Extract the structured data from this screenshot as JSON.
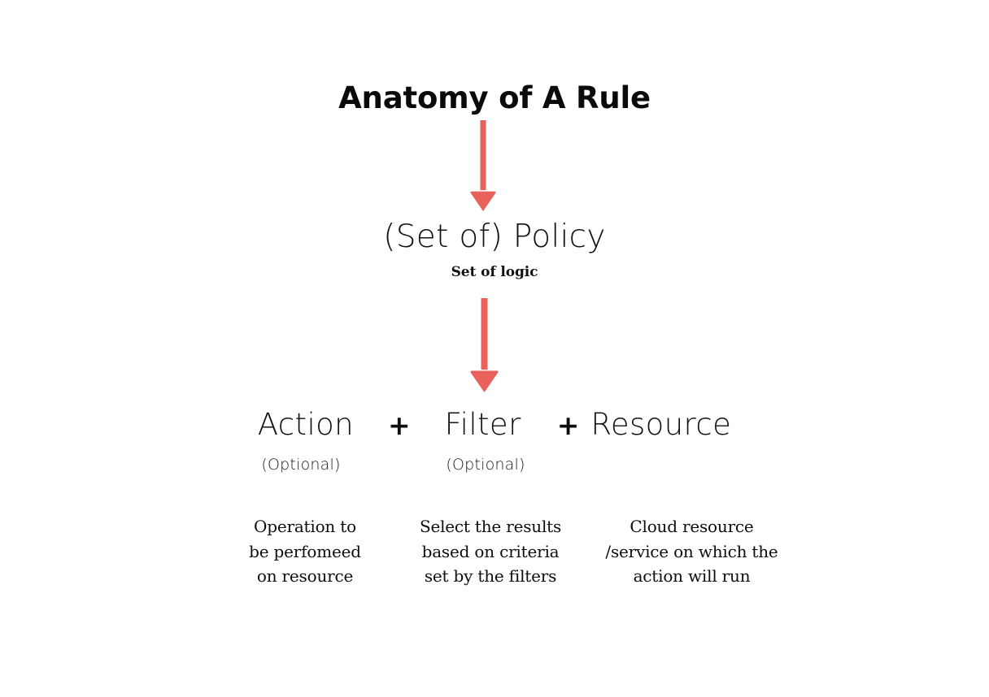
{
  "title": "Anatomy of A Rule",
  "accent_color": "#E8615A",
  "text_color": "#111111",
  "background_color": "#FFFFFF",
  "policy": {
    "label": "(Set of) Policy",
    "sublabel": "Set of logic"
  },
  "arrows": [
    {
      "name": "arrow-title-to-policy",
      "direction": "down",
      "color": "#E8615A"
    },
    {
      "name": "arrow-policy-to-parts",
      "direction": "down",
      "color": "#E8615A"
    }
  ],
  "parts": {
    "operator_1": "+",
    "operator_2": "+",
    "items": [
      {
        "term": "Action",
        "optional_label": "(Optional)",
        "description_lines": [
          "Operation to",
          "be perfomeed",
          "on resource"
        ]
      },
      {
        "term": "Filter",
        "optional_label": "(Optional)",
        "description_lines": [
          "Select the results",
          "based on criteria",
          "set by the filters"
        ]
      },
      {
        "term": "Resource",
        "optional_label": "",
        "description_lines": [
          "Cloud resource",
          "/service on which the",
          "action will run"
        ]
      }
    ]
  }
}
